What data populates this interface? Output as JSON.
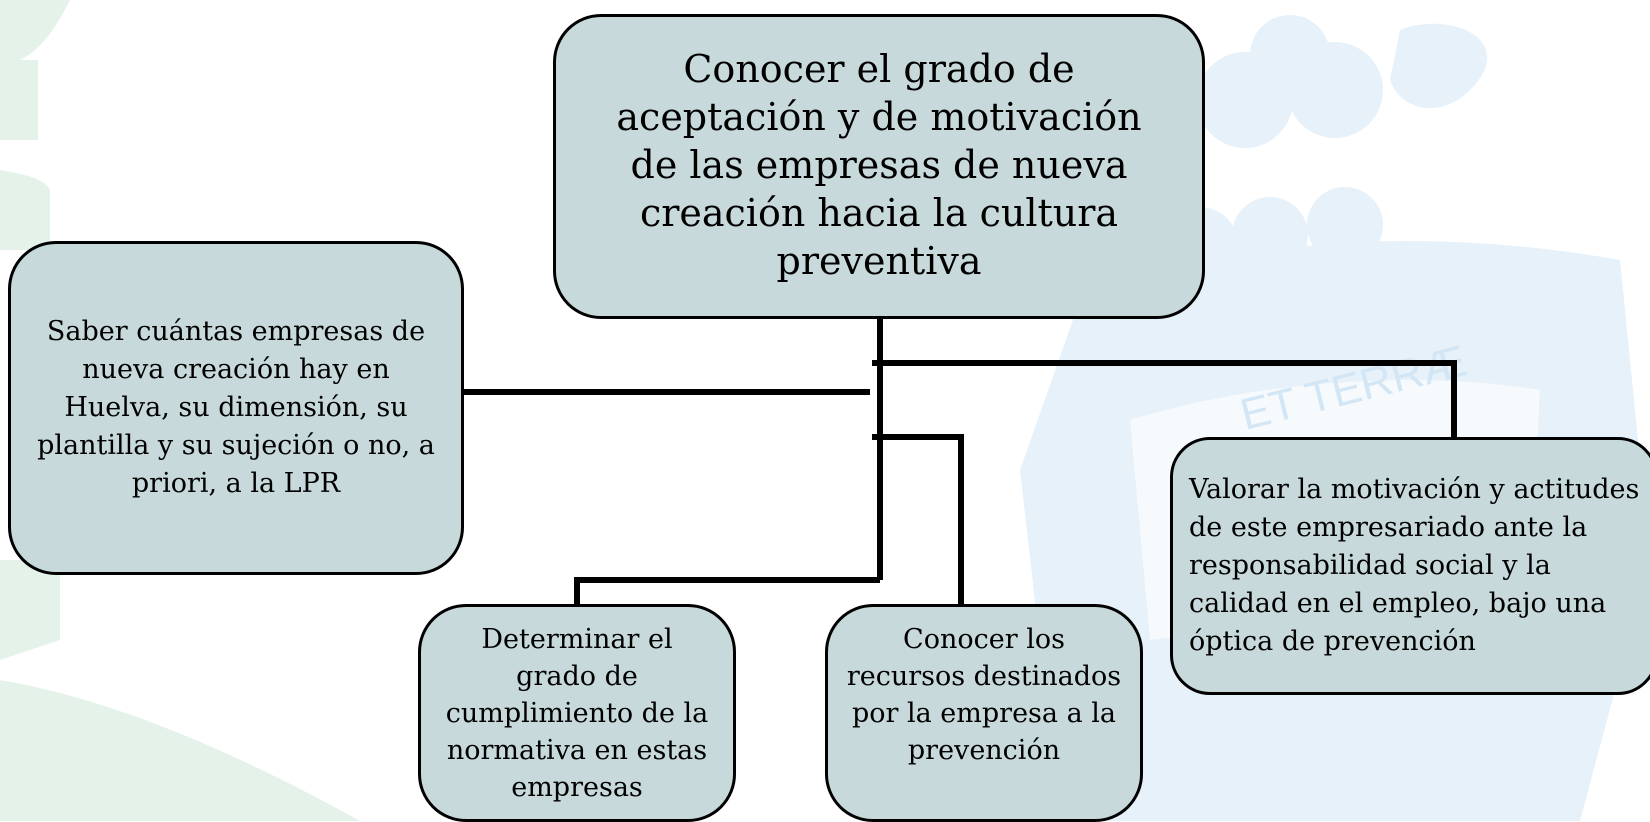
{
  "diagram": {
    "main_objective": "Conocer el grado de aceptación y de motivación de las empresas de nueva creación hacia la cultura preventiva",
    "sub_objectives": [
      "Saber cuántas empresas de nueva creación hay en Huelva, su dimensión, su plantilla y su sujeción o no, a priori, a la LPR",
      "Determinar el grado de cumplimiento de la normativa en estas empresas",
      "Conocer los recursos destinados por la empresa a la prevención",
      "Valorar la motivación y actitudes de este empresariado ante la responsabilidad social y la calidad en el empleo, bajo una óptica de prevención"
    ]
  },
  "watermark": {
    "text": "ET TERRÆ",
    "colors": {
      "blue": "#e6f1fa",
      "green": "#e4f2ea"
    }
  },
  "colors": {
    "node_fill": "#c7d9da",
    "node_border": "#000000",
    "connector": "#000000"
  }
}
